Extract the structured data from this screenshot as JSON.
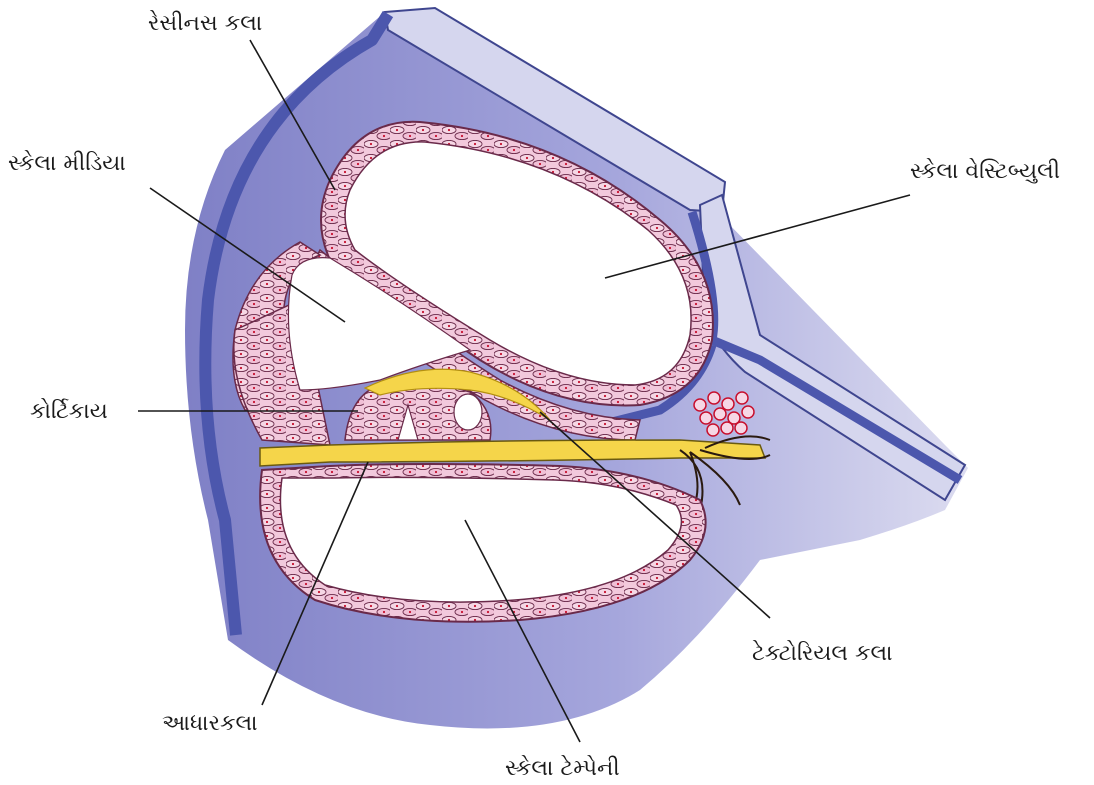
{
  "labels": {
    "reissner_membrane": "રેસીનસ કલા",
    "scala_media": "સ્કેલા મીડિયા",
    "scala_vestibuli": "સ્કેલા વેસ્ટિબ્યુલી",
    "organ_of_corti": "કોર્ટિકાય",
    "tectorial_membrane": "ટેક્ટોરિયલ કલા",
    "basilar_membrane": "આધારકલા",
    "scala_tympani": "સ્કેલા ટેમ્પેની"
  },
  "colors": {
    "bone_outer": "#5a64b8",
    "bone_fill": "#8e8fd0",
    "bone_light": "#d5d6ee",
    "tissue_fill": "#f2c9dc",
    "tissue_outline": "#6a2a4a",
    "nucleus": "#c8102e",
    "tectorial": "#f5d54a",
    "line": "#1a1a1a"
  }
}
